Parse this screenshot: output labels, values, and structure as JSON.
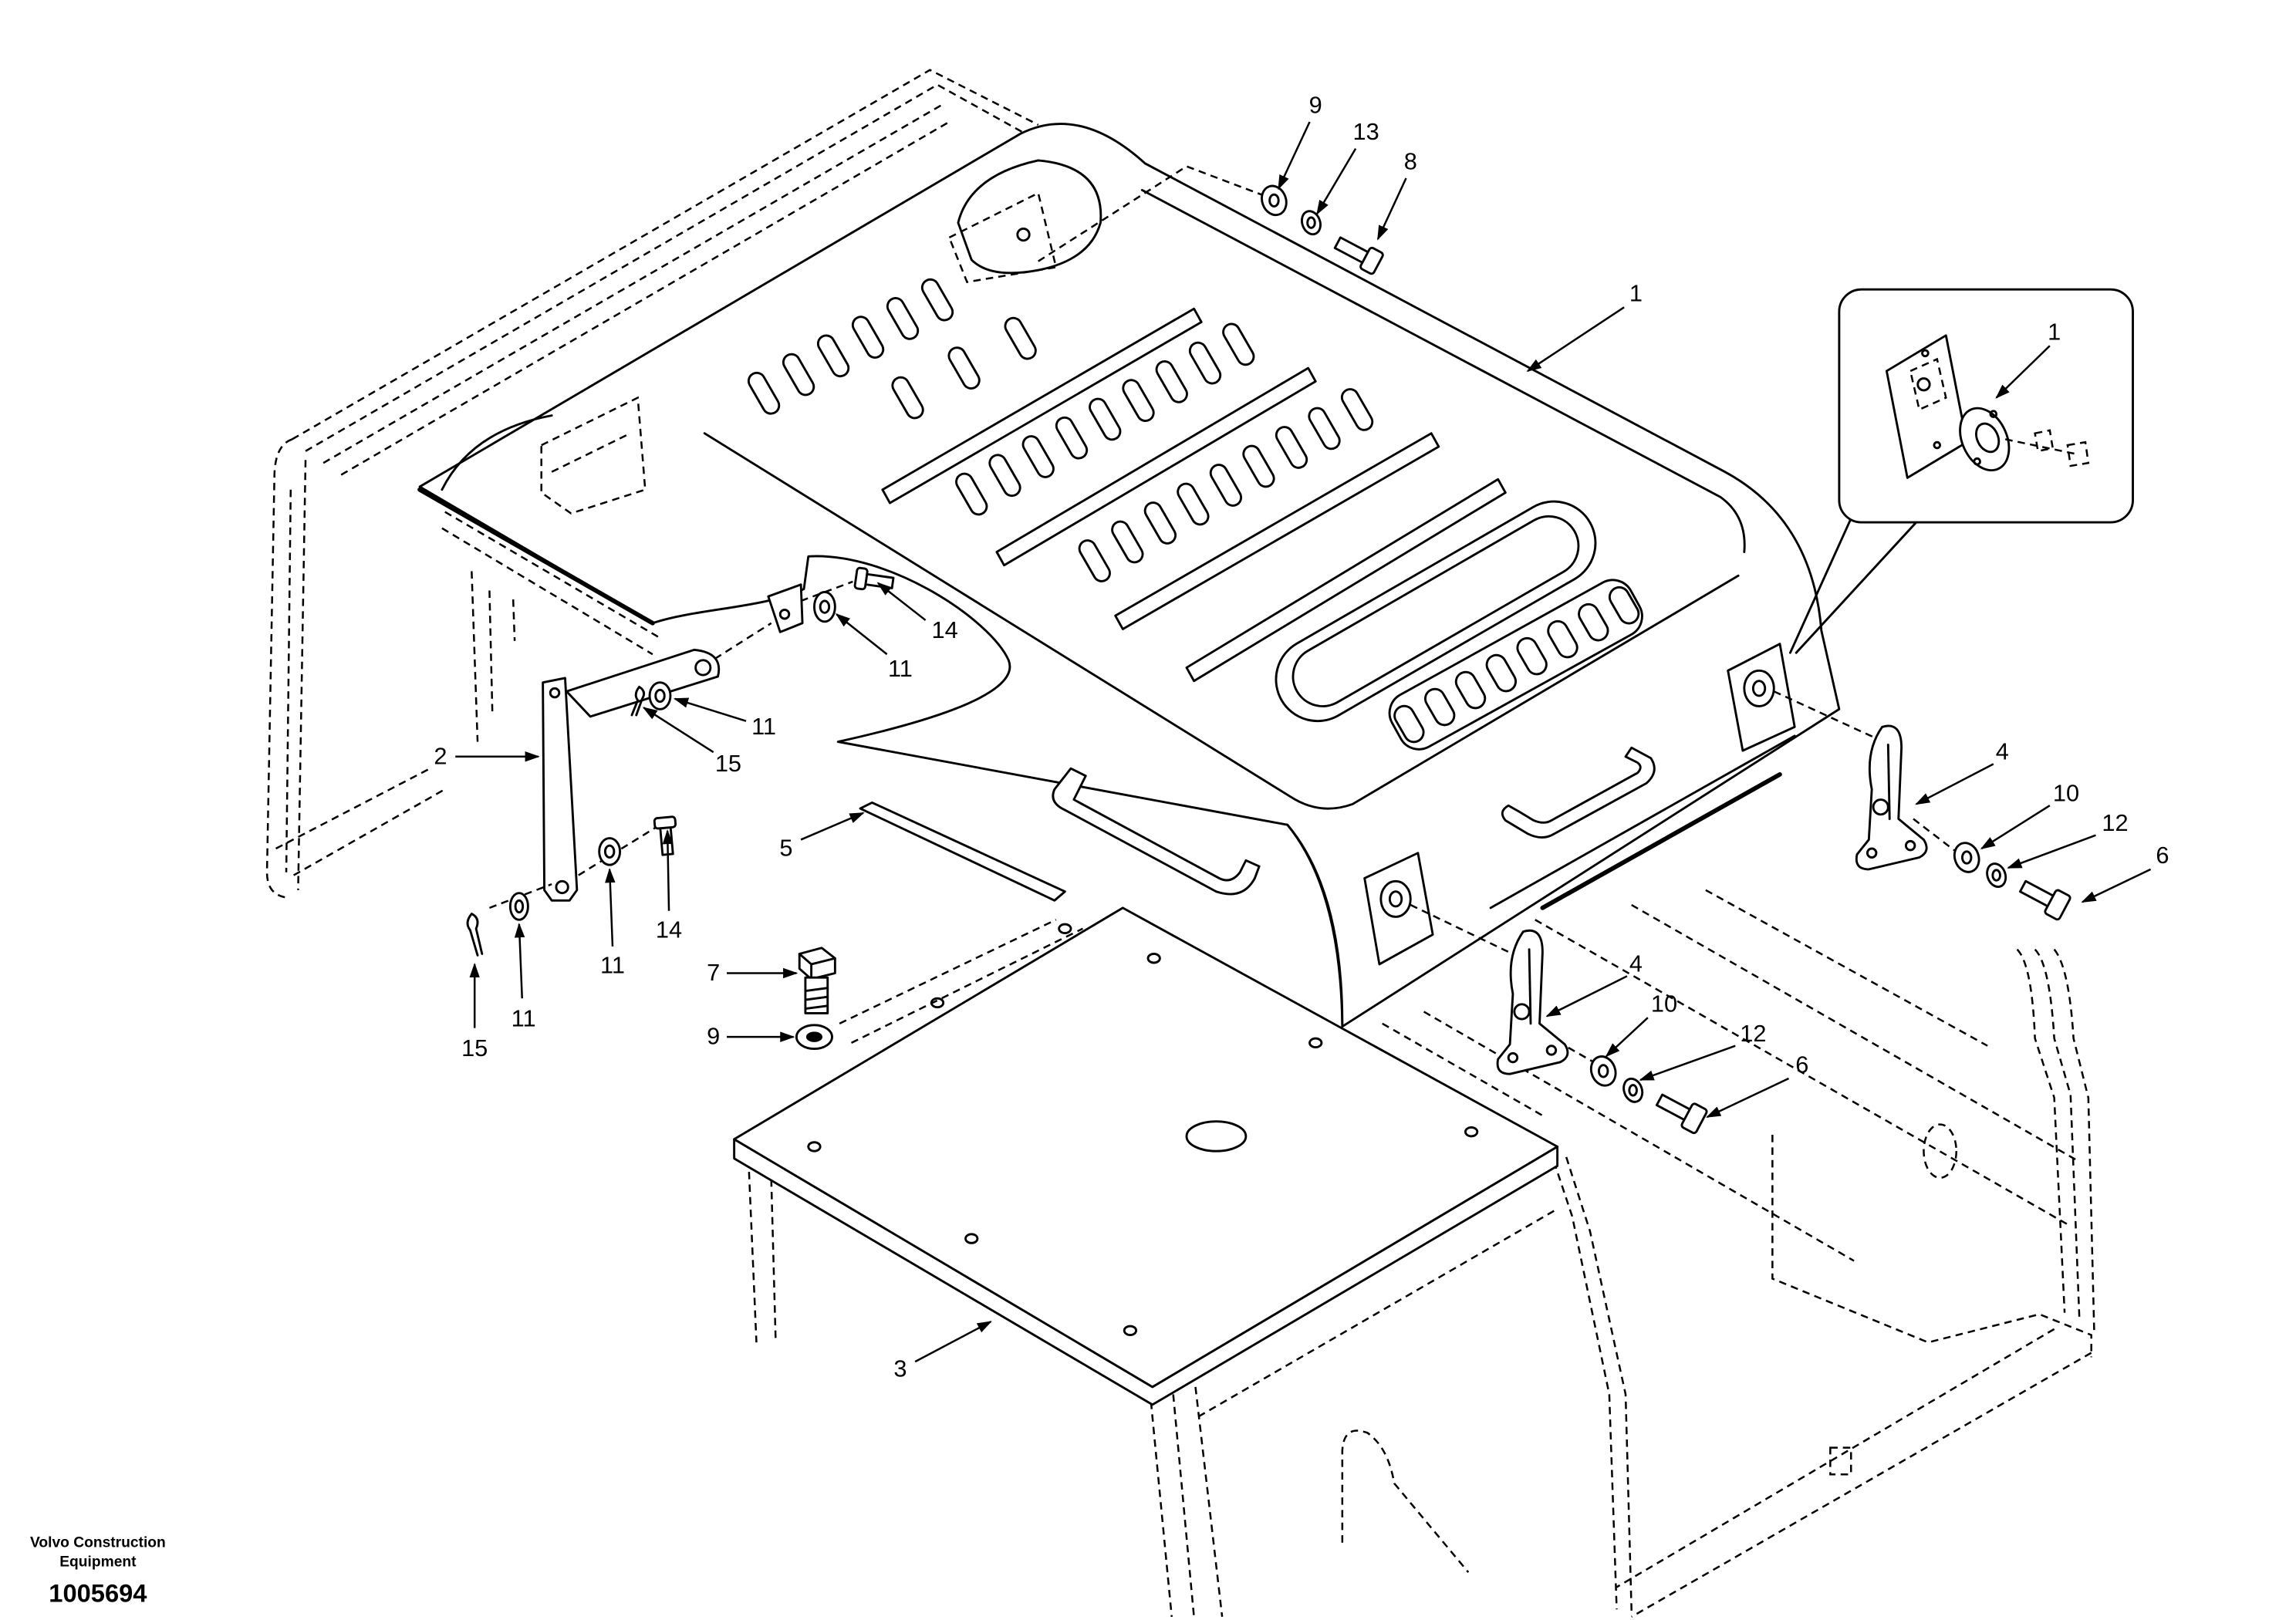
{
  "diagram": {
    "callouts": [
      "9",
      "13",
      "8",
      "1",
      "1",
      "4",
      "10",
      "12",
      "6",
      "4",
      "10",
      "12",
      "6",
      "2",
      "11",
      "14",
      "11",
      "15",
      "5",
      "7",
      "9",
      "14",
      "11",
      "11",
      "15",
      "3"
    ]
  },
  "footer": {
    "brand_line_1": "Volvo Construction",
    "brand_line_2": "Equipment",
    "drawing_number": "1005694"
  }
}
